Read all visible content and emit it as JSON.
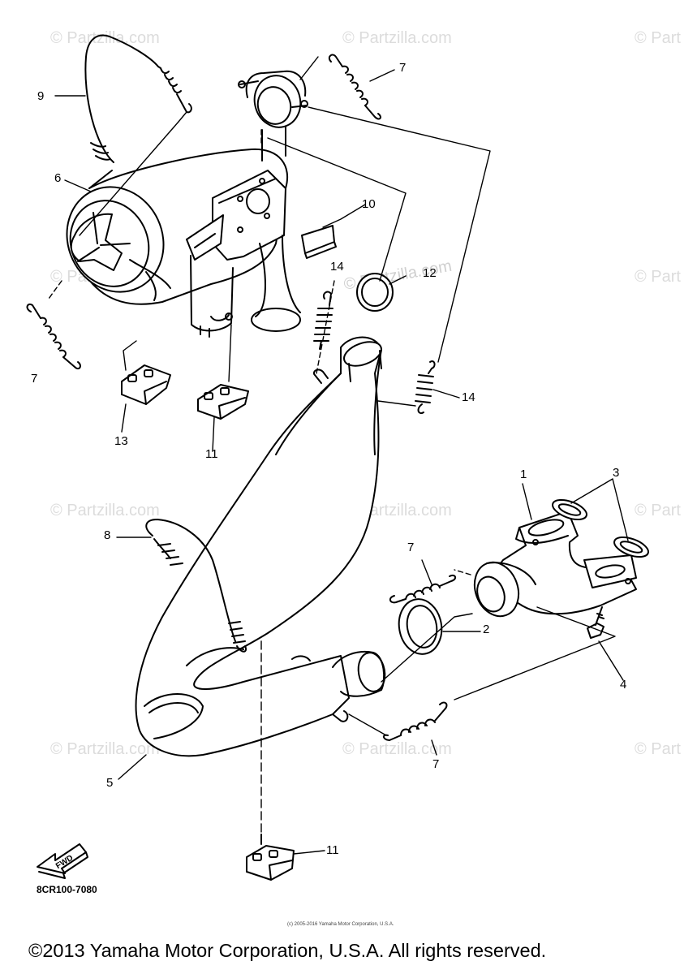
{
  "diagram": {
    "code": "8CR100-7080",
    "small_copyright": "(c) 2005-2016 Yamaha Motor Corporation, U.S.A.",
    "footer_copyright": "©2013 Yamaha Motor Corporation, U.S.A. All rights reserved.",
    "fwd_label": "FWD",
    "watermark": "© Partzilla.com",
    "watermark_partial": "© Part",
    "callouts": [
      "9",
      "7",
      "6",
      "10",
      "14",
      "12",
      "7",
      "13",
      "11",
      "14",
      "1",
      "3",
      "8",
      "7",
      "2",
      "4",
      "5",
      "7",
      "11"
    ]
  }
}
